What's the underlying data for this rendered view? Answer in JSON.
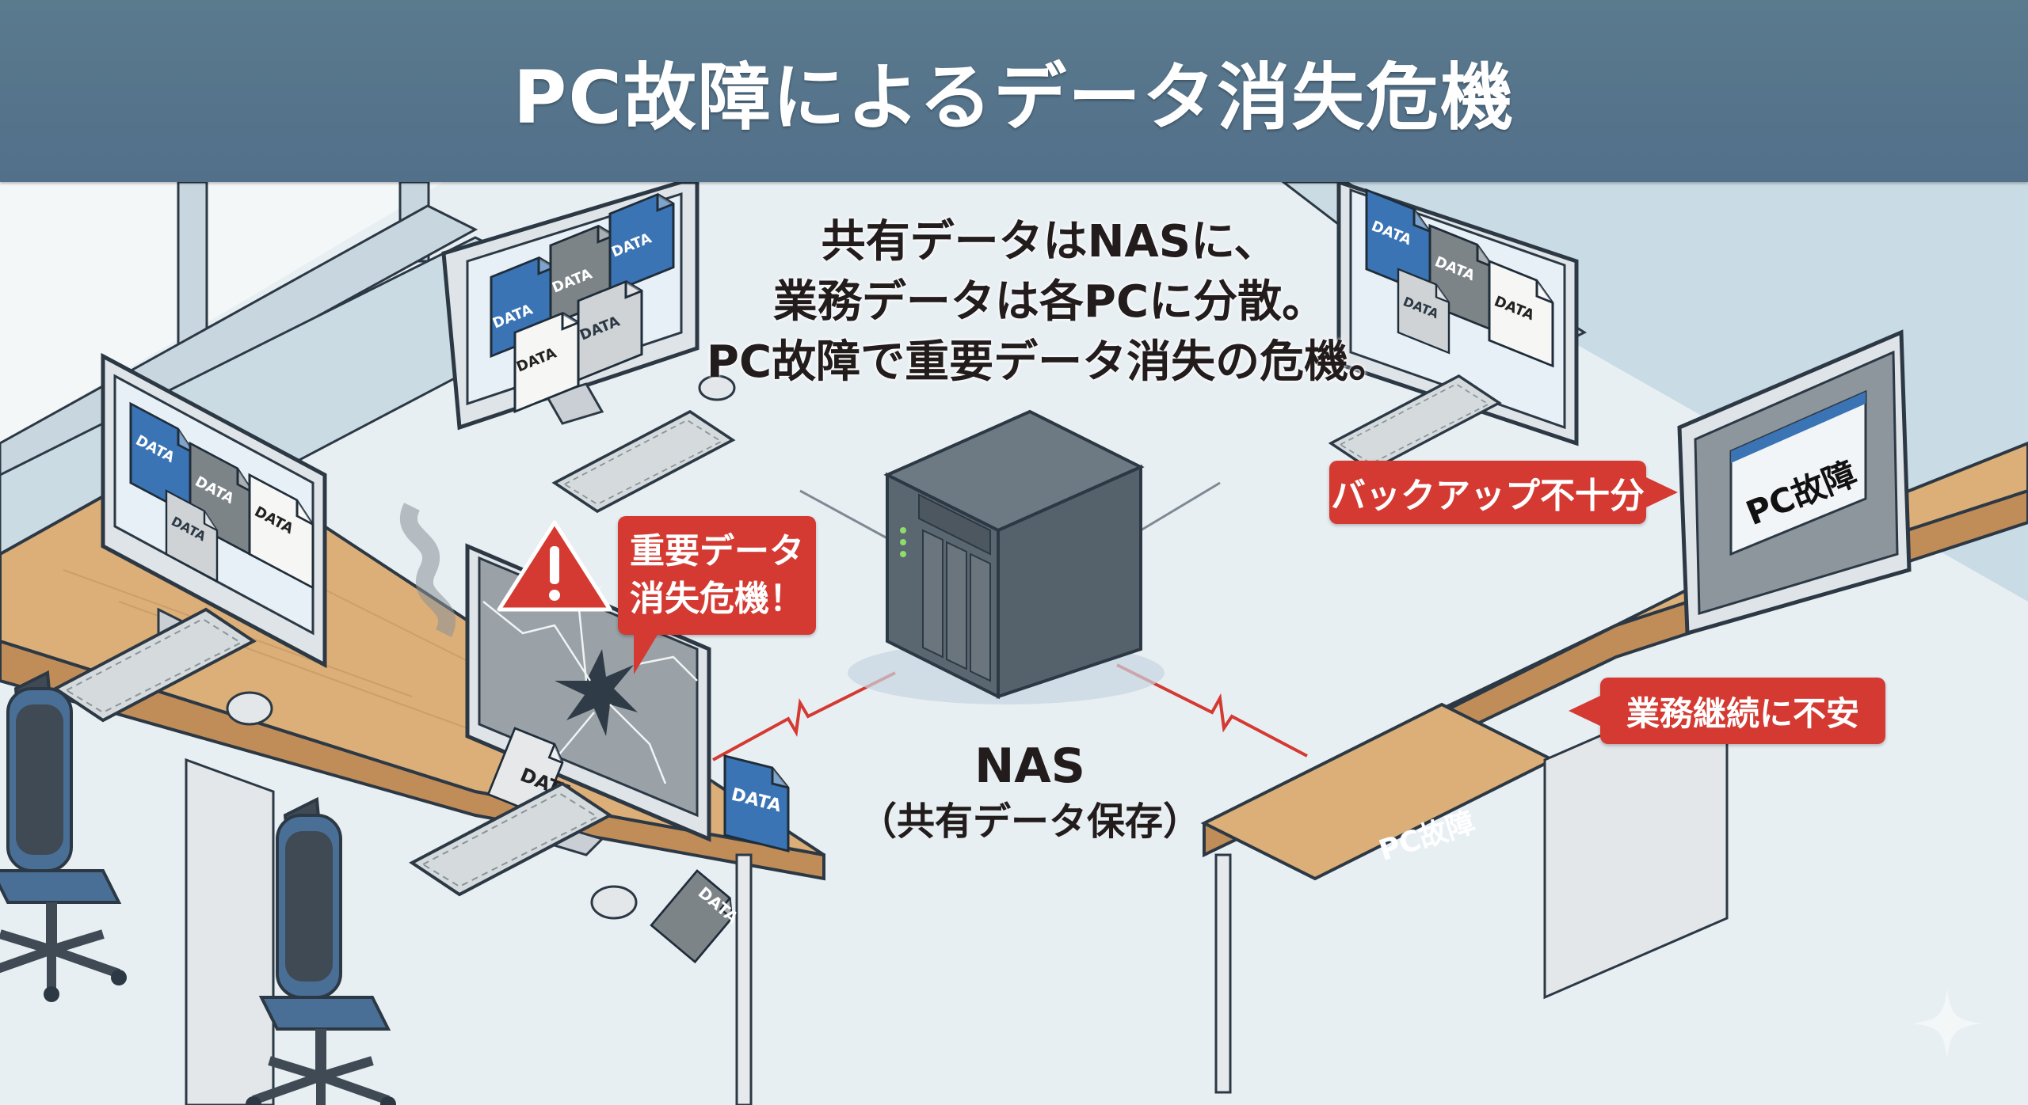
{
  "title": "PC故障によるデータ消失危機",
  "caption": {
    "lines": [
      "共有データはNASに、",
      "業務データは各PCに分散。",
      "PC故障で重要データ消失の危機。"
    ]
  },
  "nas": {
    "label": "NAS",
    "sublabel": "（共有データ保存）"
  },
  "callouts": {
    "data_loss_line1": "重要データ",
    "data_loss_line2": "消失危機！",
    "backup_insufficient": "バックアップ不十分",
    "business_continuity": "業務継続に不安"
  },
  "badges": {
    "pc_failure_burst": "PC故障",
    "pc_failure_screen": "PC故障"
  },
  "file_label": "DATA",
  "colors": {
    "header": "#557588",
    "alert_red": "#d43a32",
    "file_blue": "#3a74b4",
    "file_gray": "#7d8488",
    "desk_wood": "#dcae78",
    "chair_blue": "#4a6f96",
    "nas_body": "#5b6770"
  },
  "icons": [
    "warning-triangle-icon",
    "error-circle-icon",
    "smoke-icon",
    "sparkle-icon",
    "data-file-icon",
    "nas-server-icon"
  ]
}
